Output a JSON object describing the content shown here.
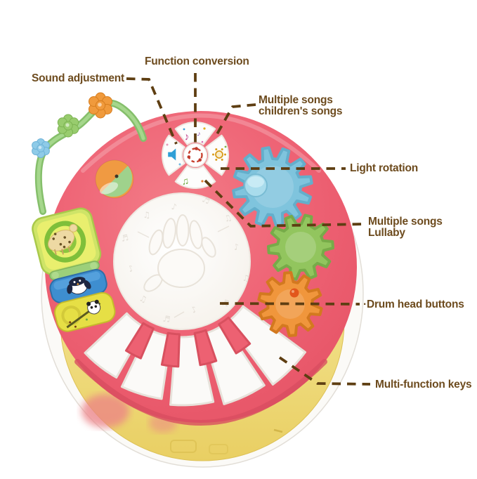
{
  "product_diagram": {
    "title": "musical activity drum toy feature diagram",
    "labels": {
      "sound_adjustment": "Sound adjustment",
      "function_conversion": "Function conversion",
      "multiple_songs_children_line1": "Multiple songs",
      "multiple_songs_children_line2": "children's songs",
      "light_rotation": "Light rotation",
      "multiple_songs_lullaby_line1": "Multiple songs",
      "multiple_songs_lullaby_line2": "Lullaby",
      "drum_head_buttons": "·Drum head buttons",
      "multi_function_keys": "Multi-function keys"
    },
    "drum_glyphs": "♪♬♫♪♫♬♪♫♬♪♫♬",
    "colors": {
      "label_text": "#6d4b1e",
      "connector_line": "#5e3e12",
      "body_pink": "#ec5f70",
      "body_pink_dark": "#d84e60",
      "drum_white": "#fdfcfa",
      "base_yellow": "#f3e48d",
      "shell_white": "#fbfaf7",
      "gear_blue": "#7fc4dd",
      "gear_green": "#92c55e",
      "gear_orange": "#f0963c",
      "wire_green": "#85bf6b",
      "flower_orange": "#f09a3c",
      "flower_blue": "#8ecbe8",
      "flower_green": "#98cc6e",
      "key_white": "#fbfaf8",
      "key_pink": "#ed6172"
    }
  }
}
